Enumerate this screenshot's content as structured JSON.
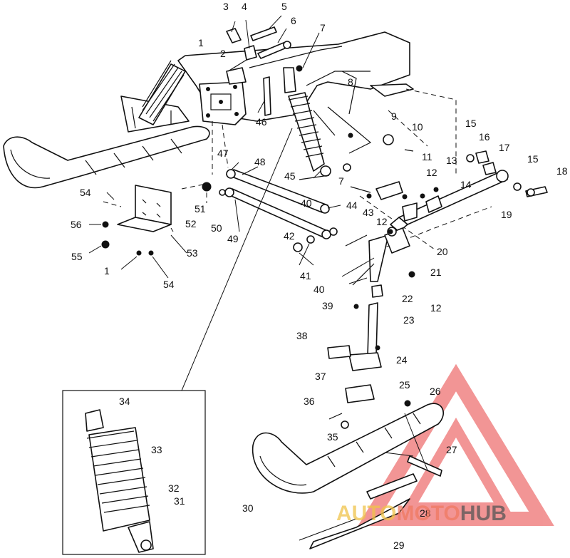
{
  "callouts": [
    "1",
    "2",
    "3",
    "4",
    "5",
    "6",
    "7",
    "8",
    "9",
    "10",
    "11",
    "12",
    "13",
    "14",
    "15",
    "16",
    "17",
    "18",
    "19",
    "20",
    "21",
    "22",
    "23",
    "24",
    "25",
    "26",
    "27",
    "28",
    "29",
    "30",
    "31",
    "32",
    "33",
    "34",
    "35",
    "36",
    "37",
    "38",
    "39",
    "40",
    "41",
    "42",
    "43",
    "44",
    "45",
    "46",
    "47",
    "48",
    "49",
    "50",
    "51",
    "52",
    "53",
    "54",
    "55",
    "56"
  ],
  "watermark": {
    "brand_parts": [
      "AUTO",
      "MOTO",
      "HUB"
    ],
    "colors": {
      "triangle": "#e8403f",
      "auto": "#f0c34a",
      "moto": "#f07a62",
      "hub": "#555555"
    }
  }
}
